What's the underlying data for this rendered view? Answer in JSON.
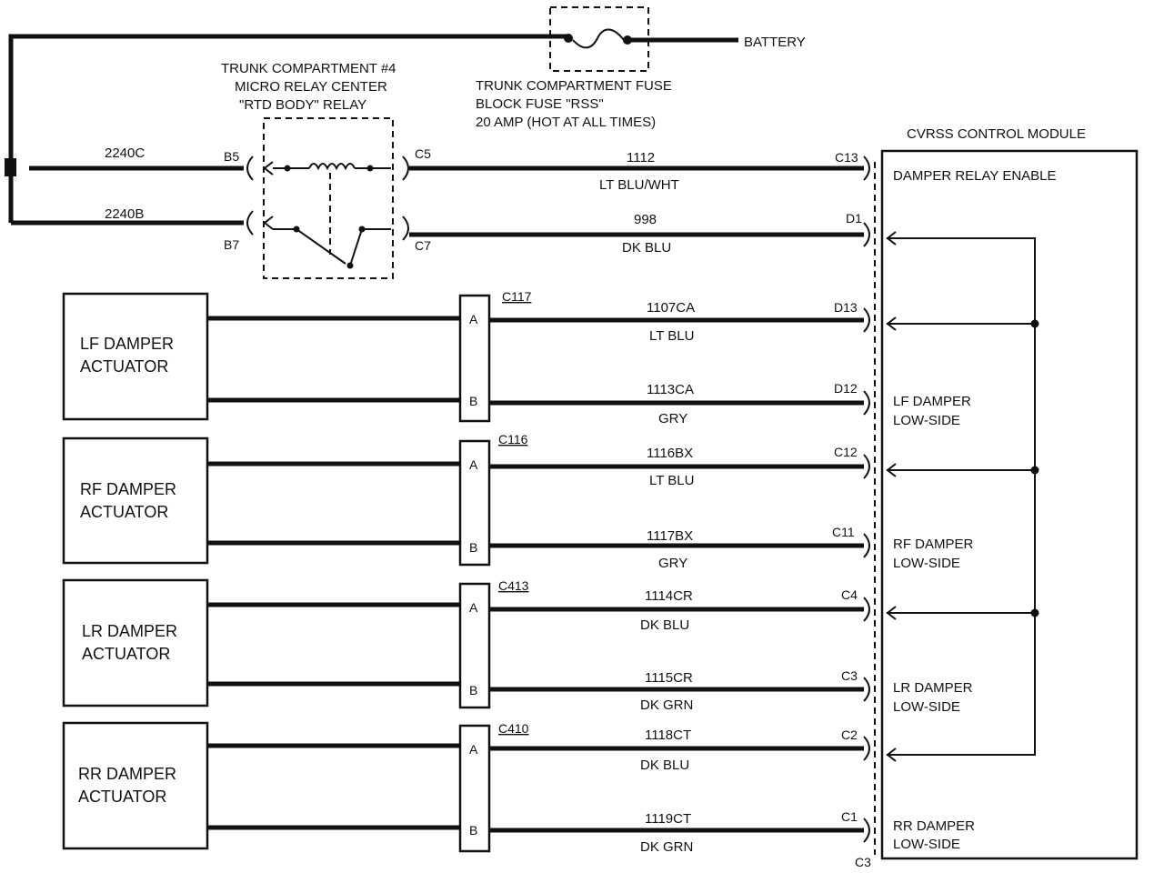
{
  "battery": "BATTERY",
  "fuse": {
    "line1": "TRUNK COMPARTMENT FUSE",
    "line2": "BLOCK FUSE \"RSS\"",
    "line3": "20 AMP (HOT AT ALL TIMES)"
  },
  "relay": {
    "line1": "TRUNK COMPARTMENT #4",
    "line2": "MICRO RELAY CENTER",
    "line3": "\"RTD BODY\" RELAY",
    "pins": {
      "b5": "B5",
      "b7": "B7",
      "c5": "C5",
      "c7": "C7"
    },
    "circuits": {
      "top": "2240C",
      "bottom": "2240B"
    }
  },
  "module": {
    "title": "CVRSS CONTROL MODULE",
    "damper_relay_enable": "DAMPER RELAY ENABLE",
    "lf_low_1": "LF DAMPER",
    "lf_low_2": "LOW-SIDE",
    "rf_low_1": "RF DAMPER",
    "rf_low_2": "LOW-SIDE",
    "lr_low_1": "LR DAMPER",
    "lr_low_2": "LOW-SIDE",
    "rr_low_1": "RR DAMPER",
    "rr_low_2": "LOW-SIDE"
  },
  "wires": {
    "w1112": {
      "circuit": "1112",
      "color": "LT BLU/WHT",
      "pin": "C13"
    },
    "w998": {
      "circuit": "998",
      "color": "DK BLU",
      "pin": "D1"
    },
    "w1107": {
      "circuit": "1107CA",
      "color": "LT BLU",
      "pin": "D13"
    },
    "w1113": {
      "circuit": "1113CA",
      "color": "GRY",
      "pin": "D12"
    },
    "w1116": {
      "circuit": "1116BX",
      "color": "LT BLU",
      "pin": "C12"
    },
    "w1117": {
      "circuit": "1117BX",
      "color": "GRY",
      "pin": "C11"
    },
    "w1114": {
      "circuit": "1114CR",
      "color": "DK BLU",
      "pin": "C4"
    },
    "w1115": {
      "circuit": "1115CR",
      "color": "DK GRN",
      "pin": "C3"
    },
    "w1118": {
      "circuit": "1118CT",
      "color": "DK BLU",
      "pin": "C2"
    },
    "w1119": {
      "circuit": "1119CT",
      "color": "DK GRN",
      "pin": "C1"
    }
  },
  "bottom_connector": "C3",
  "actuators": {
    "lf": {
      "line1": "LF DAMPER",
      "line2": "ACTUATOR",
      "connector": "C117"
    },
    "rf": {
      "line1": "RF DAMPER",
      "line2": "ACTUATOR",
      "connector": "C116"
    },
    "lr": {
      "line1": "LR DAMPER",
      "line2": "ACTUATOR",
      "connector": "C413"
    },
    "rr": {
      "line1": "RR DAMPER",
      "line2": "ACTUATOR",
      "connector": "C410"
    }
  },
  "connector_pins": {
    "a": "A",
    "b": "B"
  }
}
